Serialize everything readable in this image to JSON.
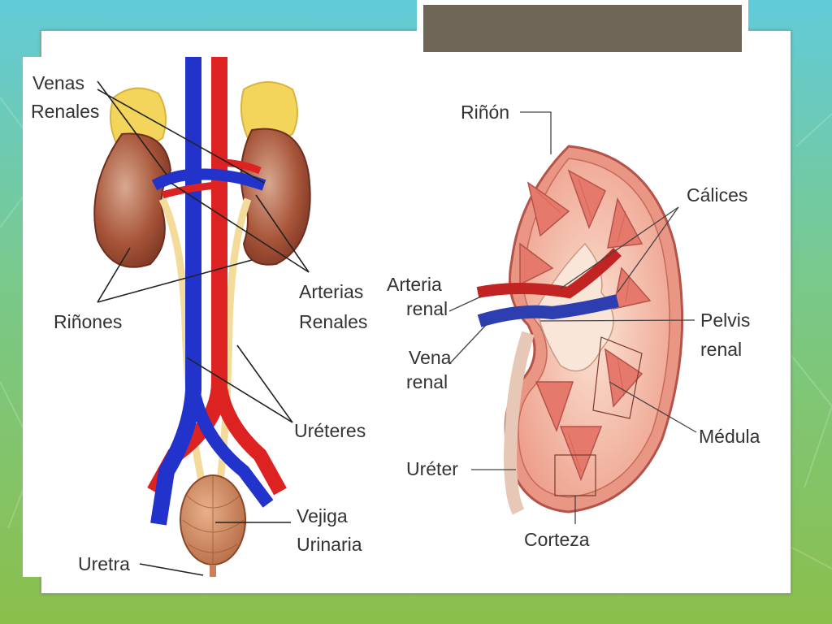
{
  "colors": {
    "background_teal": "#5fc9d6",
    "background_green": "#8ac04e",
    "title_bar": "#706658",
    "vein": "#2233cc",
    "artery": "#dd2222",
    "adrenal": "#f2d55a",
    "kidney": "#a8563a",
    "ureter": "#f3dc9b",
    "bladder": "#c98058",
    "kidney_section": "#f0a090"
  },
  "left_diagram": {
    "labels": {
      "venas_renales_1": "Venas",
      "venas_renales_2": "Renales",
      "rinones": "Riñones",
      "arterias_renales_1": "Arterias",
      "arterias_renales_2": "Renales",
      "ureteres": "Uréteres",
      "vejiga_1": "Vejiga",
      "vejiga_2": "Urinaria",
      "uretra": "Uretra"
    }
  },
  "right_diagram": {
    "labels": {
      "rinon": "Riñón",
      "calices": "Cálices",
      "arteria_renal_1": "Arteria",
      "arteria_renal_2": "renal",
      "pelvis_renal_1": "Pelvis",
      "pelvis_renal_2": "renal",
      "vena_renal_1": "Vena",
      "vena_renal_2": "renal",
      "medula": "Médula",
      "ureter": "Uréter",
      "corteza": "Corteza"
    }
  }
}
